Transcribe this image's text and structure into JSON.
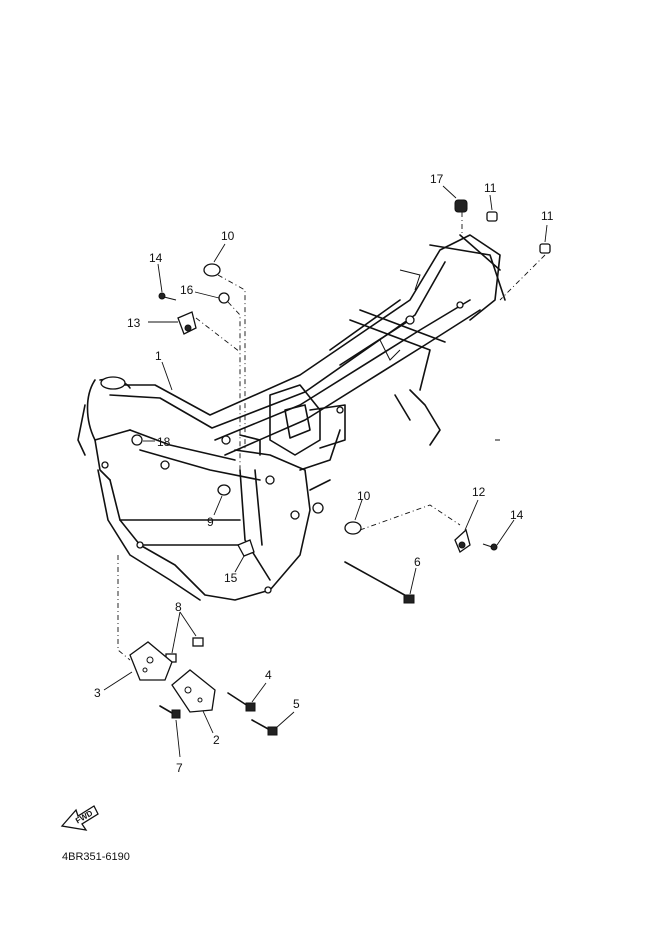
{
  "diagram": {
    "code": "4BR351-6190",
    "fwd_label": "FWD",
    "callouts": {
      "c1": "1",
      "c2": "2",
      "c3": "3",
      "c4": "4",
      "c5": "5",
      "c6": "6",
      "c7": "7",
      "c8": "8",
      "c9": "9",
      "c10a": "10",
      "c10b": "10",
      "c11a": "11",
      "c11b": "11",
      "c12": "12",
      "c13": "13",
      "c14a": "14",
      "c14b": "14",
      "c15": "15",
      "c16": "16",
      "c17": "17",
      "c18": "18"
    }
  }
}
